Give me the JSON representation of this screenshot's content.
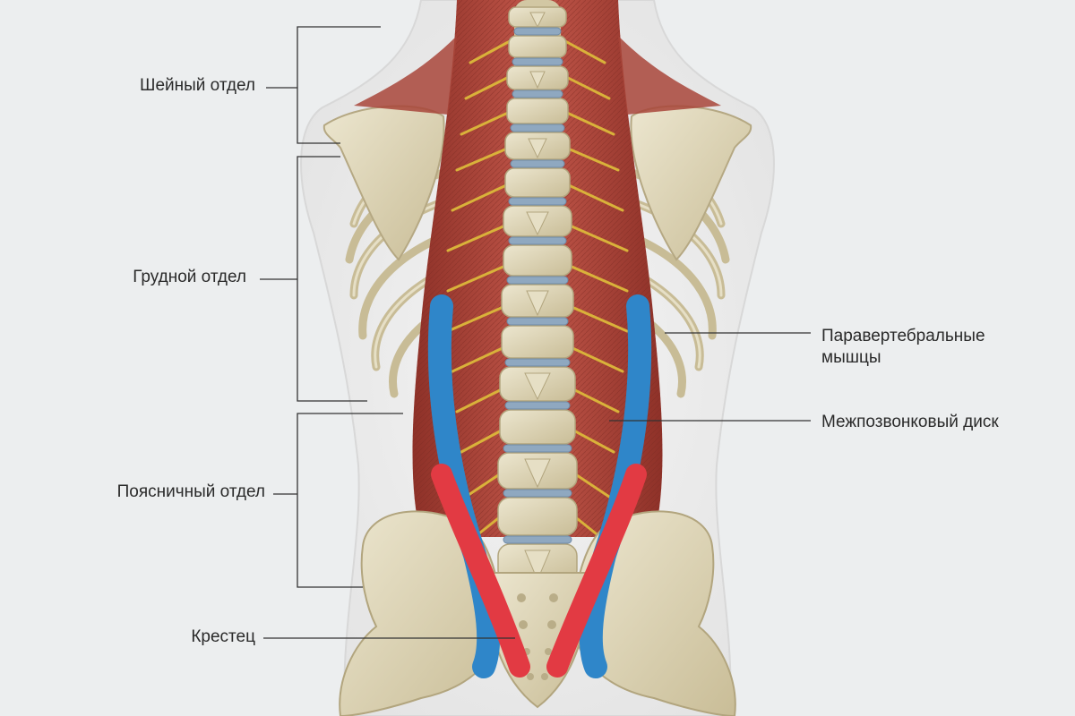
{
  "labels": {
    "cervical": "Шейный отдел",
    "thoracic": "Грудной отдел",
    "lumbar": "Поясничный отдел",
    "sacrum": "Крестец",
    "paravertebral_muscles": "Паравертебральные мышцы",
    "intervertebral_disc": "Межпозвонковый диск"
  },
  "colors": {
    "background": "#eceeef",
    "muscle": "#b2473c",
    "bone": "#ddd4b6",
    "disc": "#8fa8c0",
    "nerve": "#d9b23a",
    "tape_blue": "#2f86c9",
    "tape_red": "#e23a43",
    "leader_line": "#333333"
  }
}
